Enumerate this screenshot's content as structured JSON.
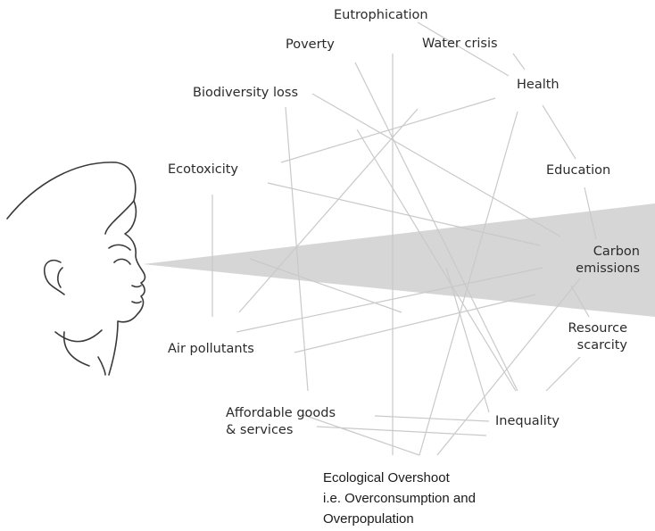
{
  "diagram": {
    "problems": {
      "eutrophication": "Eutrophication",
      "poverty": "Poverty",
      "water_crisis": "Water crisis",
      "biodiversity_loss": "Biodiversity loss",
      "health": "Health",
      "ecotoxicity": "Ecotoxicity",
      "education": "Education",
      "carbon_emissions": "Carbon\nemissions",
      "resource_scarcity": "Resource\nscarcity",
      "air_pollutants": "Air pollutants",
      "affordable_goods": "Affordable goods\n& services",
      "inequality": "Inequality"
    },
    "root_cause": {
      "line1": "Ecological Overshoot",
      "line2": "i.e. Overconsumption and",
      "line3": "Overpopulation"
    }
  }
}
